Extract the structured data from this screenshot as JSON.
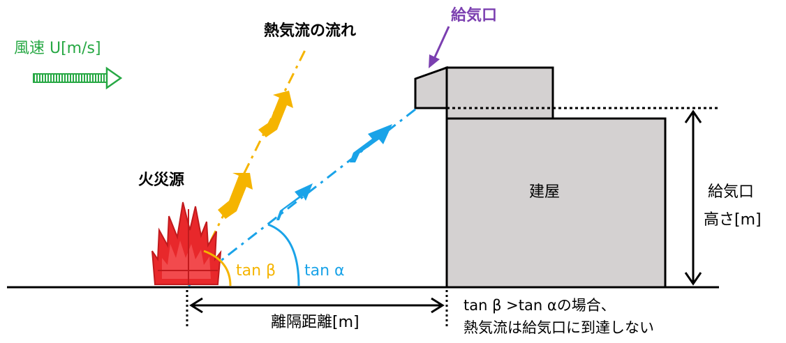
{
  "wind": {
    "label": "風速 U[m/s]",
    "color": "#27a844"
  },
  "heat_flow_label": "熱気流の流れ",
  "inlet_label": "給気口",
  "fire_label": "火災源",
  "building_label": "建屋",
  "inlet_height": {
    "line1": "給気口",
    "line2": "高さ[m]"
  },
  "tan_beta": "tan β",
  "tan_alpha": "tan α",
  "distance_label": "離隔距離[m]",
  "conclusion": {
    "line1": "tan β >tan  αの場合、",
    "line2": "熱気流は給気口に到達しない"
  },
  "colors": {
    "yellow": "#f5b400",
    "blue": "#1aa3e8",
    "purple": "#7b3fb0",
    "building": "#d4d1d1",
    "fire": "#e8282b"
  }
}
